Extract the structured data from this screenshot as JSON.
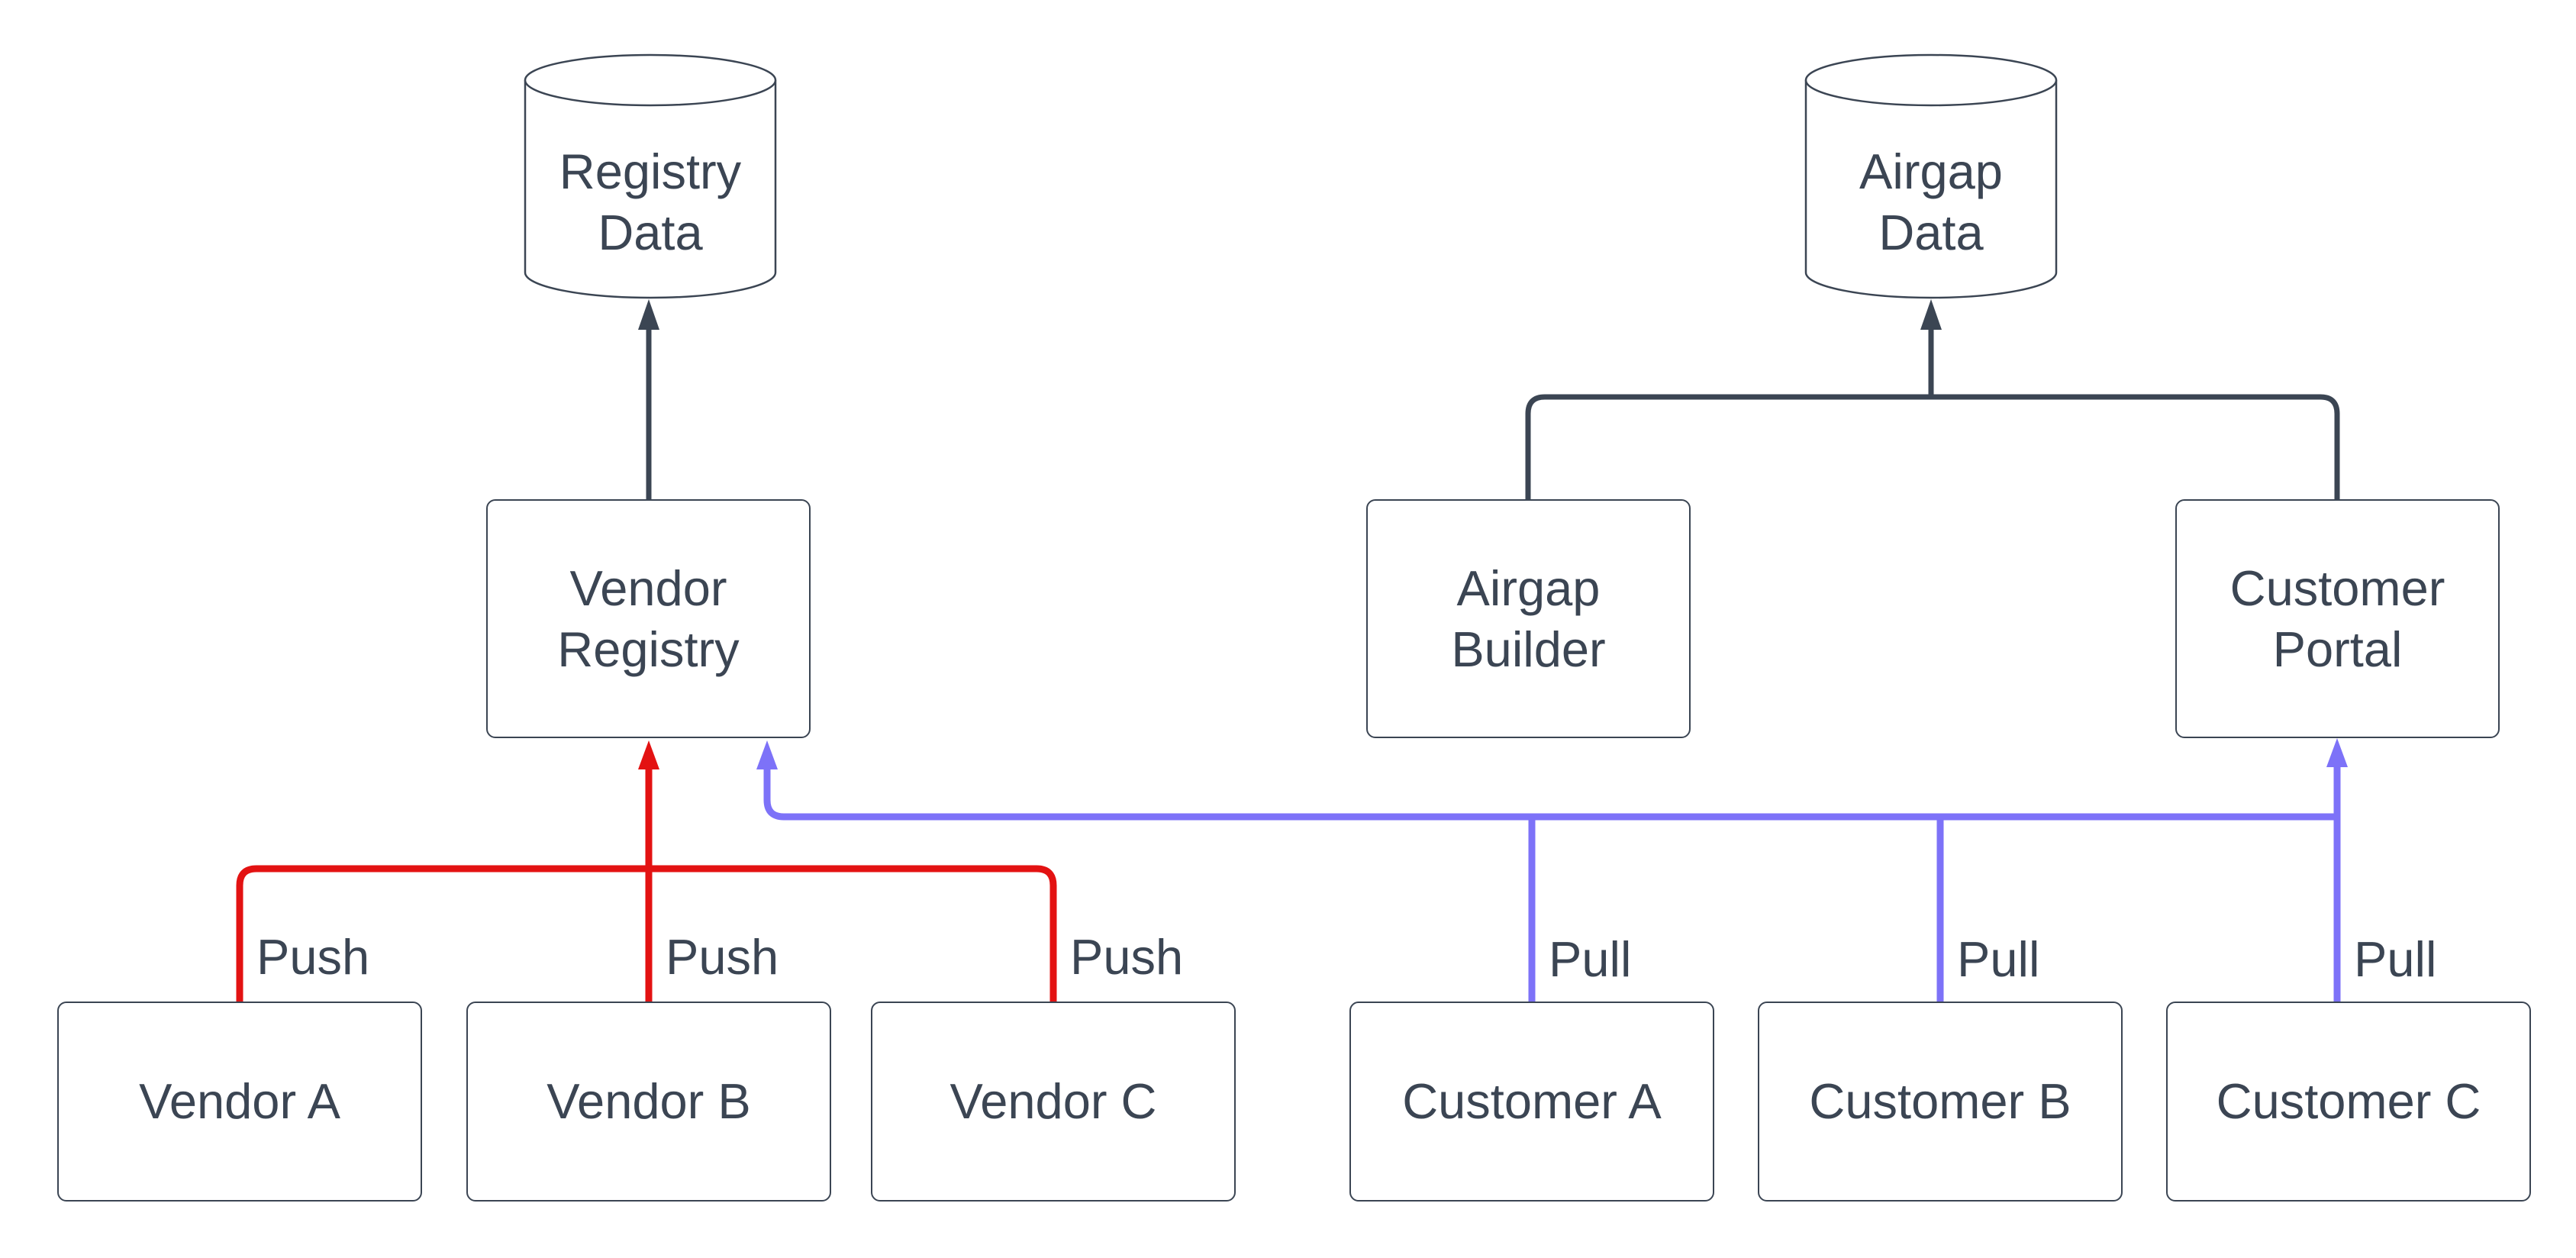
{
  "diagram": {
    "background": "#ffffff",
    "colors": {
      "node_border": "#3b4553",
      "text": "#3b4553",
      "push_edge": "#e31212",
      "pull_edge": "#7d72f8",
      "data_edge": "#3b4553"
    },
    "nodes": {
      "registry_data": {
        "type": "cylinder",
        "lines": [
          "Registry",
          "Data"
        ]
      },
      "airgap_data": {
        "type": "cylinder",
        "lines": [
          "Airgap",
          "Data"
        ]
      },
      "vendor_registry": {
        "type": "box",
        "lines": [
          "Vendor",
          "Registry"
        ]
      },
      "airgap_builder": {
        "type": "box",
        "lines": [
          "Airgap",
          "Builder"
        ]
      },
      "customer_portal": {
        "type": "box",
        "lines": [
          "Customer",
          "Portal"
        ]
      },
      "vendor_a": {
        "type": "box",
        "lines": [
          "Vendor A"
        ]
      },
      "vendor_b": {
        "type": "box",
        "lines": [
          "Vendor B"
        ]
      },
      "vendor_c": {
        "type": "box",
        "lines": [
          "Vendor C"
        ]
      },
      "customer_a": {
        "type": "box",
        "lines": [
          "Customer A"
        ]
      },
      "customer_b": {
        "type": "box",
        "lines": [
          "Customer B"
        ]
      },
      "customer_c": {
        "type": "box",
        "lines": [
          "Customer C"
        ]
      }
    },
    "edges": [
      {
        "id": "push-vendor-a",
        "from": "Vendor A",
        "to": "Vendor Registry",
        "label": "Push",
        "color": "#e31212"
      },
      {
        "id": "push-vendor-b",
        "from": "Vendor B",
        "to": "Vendor Registry",
        "label": "Push",
        "color": "#e31212"
      },
      {
        "id": "push-vendor-c",
        "from": "Vendor C",
        "to": "Vendor Registry",
        "label": "Push",
        "color": "#e31212"
      },
      {
        "id": "pull-customer-a",
        "from": "Customer A",
        "to": "Vendor Registry / Customer Portal",
        "label": "Pull",
        "color": "#7d72f8"
      },
      {
        "id": "pull-customer-b",
        "from": "Customer B",
        "to": "Vendor Registry / Customer Portal",
        "label": "Pull",
        "color": "#7d72f8"
      },
      {
        "id": "pull-customer-c",
        "from": "Customer C",
        "to": "Vendor Registry / Customer Portal",
        "label": "Pull",
        "color": "#7d72f8"
      },
      {
        "id": "registry-store",
        "from": "Vendor Registry",
        "to": "Registry Data",
        "label": "",
        "color": "#3b4553"
      },
      {
        "id": "builder-store",
        "from": "Airgap Builder",
        "to": "Airgap Data",
        "label": "",
        "color": "#3b4553"
      },
      {
        "id": "portal-store",
        "from": "Customer Portal",
        "to": "Airgap Data",
        "label": "",
        "color": "#3b4553"
      }
    ]
  }
}
